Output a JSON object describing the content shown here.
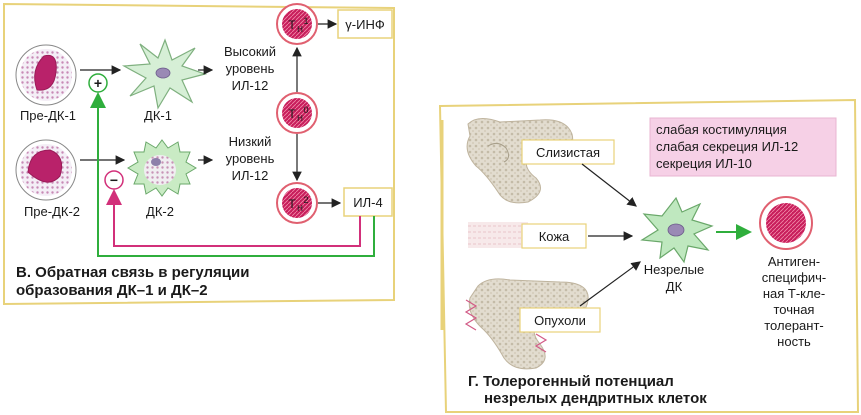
{
  "panel_b": {
    "pre_dc1": "Пре-ДК-1",
    "dc1": "ДК-1",
    "pre_dc2": "Пре-ДК-2",
    "dc2": "ДК-2",
    "plus_sign": "+",
    "minus_sign": "−",
    "high_il12": [
      "Высокий",
      "уровень",
      "ИЛ-12"
    ],
    "low_il12": [
      "Низкий",
      "уровень",
      "ИЛ-12"
    ],
    "th1_base": "Т",
    "th1_sub": "Н",
    "th1_sup": "1",
    "th0_base": "Т",
    "th0_sub": "Н",
    "th0_sup": "0",
    "th2_base": "Т",
    "th2_sub": "Н",
    "th2_sup": "2",
    "ifn": "γ-ИНФ",
    "il4": "ИЛ-4",
    "title_line1": "В. Обратная связь в регуляции",
    "title_line2": "образования ДК–1 и ДК–2"
  },
  "panel_g": {
    "mucosa": "Слизистая",
    "skin": "Кожа",
    "tumors": "Опухоли",
    "immature_dc": [
      "Незрелые",
      "ДК"
    ],
    "tolerance": [
      "Антиген-",
      "специфич-",
      "ная Т-кле-",
      "точная",
      "толерант-",
      "ность"
    ],
    "box_lines": [
      "слабая костимуляция",
      "слабая секреция ИЛ-12",
      "секреция ИЛ-10"
    ],
    "title_line1": "Г. Толерогенный потенциал",
    "title_line2": "незрелых дендритных клеток"
  },
  "colors": {
    "panel_border": "#e8d27a",
    "cell_ring": "#e06070",
    "cell_fill": "#c2256e",
    "green_arrow": "#2fae3c",
    "magenta_arrow": "#d2307a",
    "pink_box": "#f6d0e6",
    "dc_green": "#bfe8bf",
    "gut_fill": "#ddd6c8"
  }
}
